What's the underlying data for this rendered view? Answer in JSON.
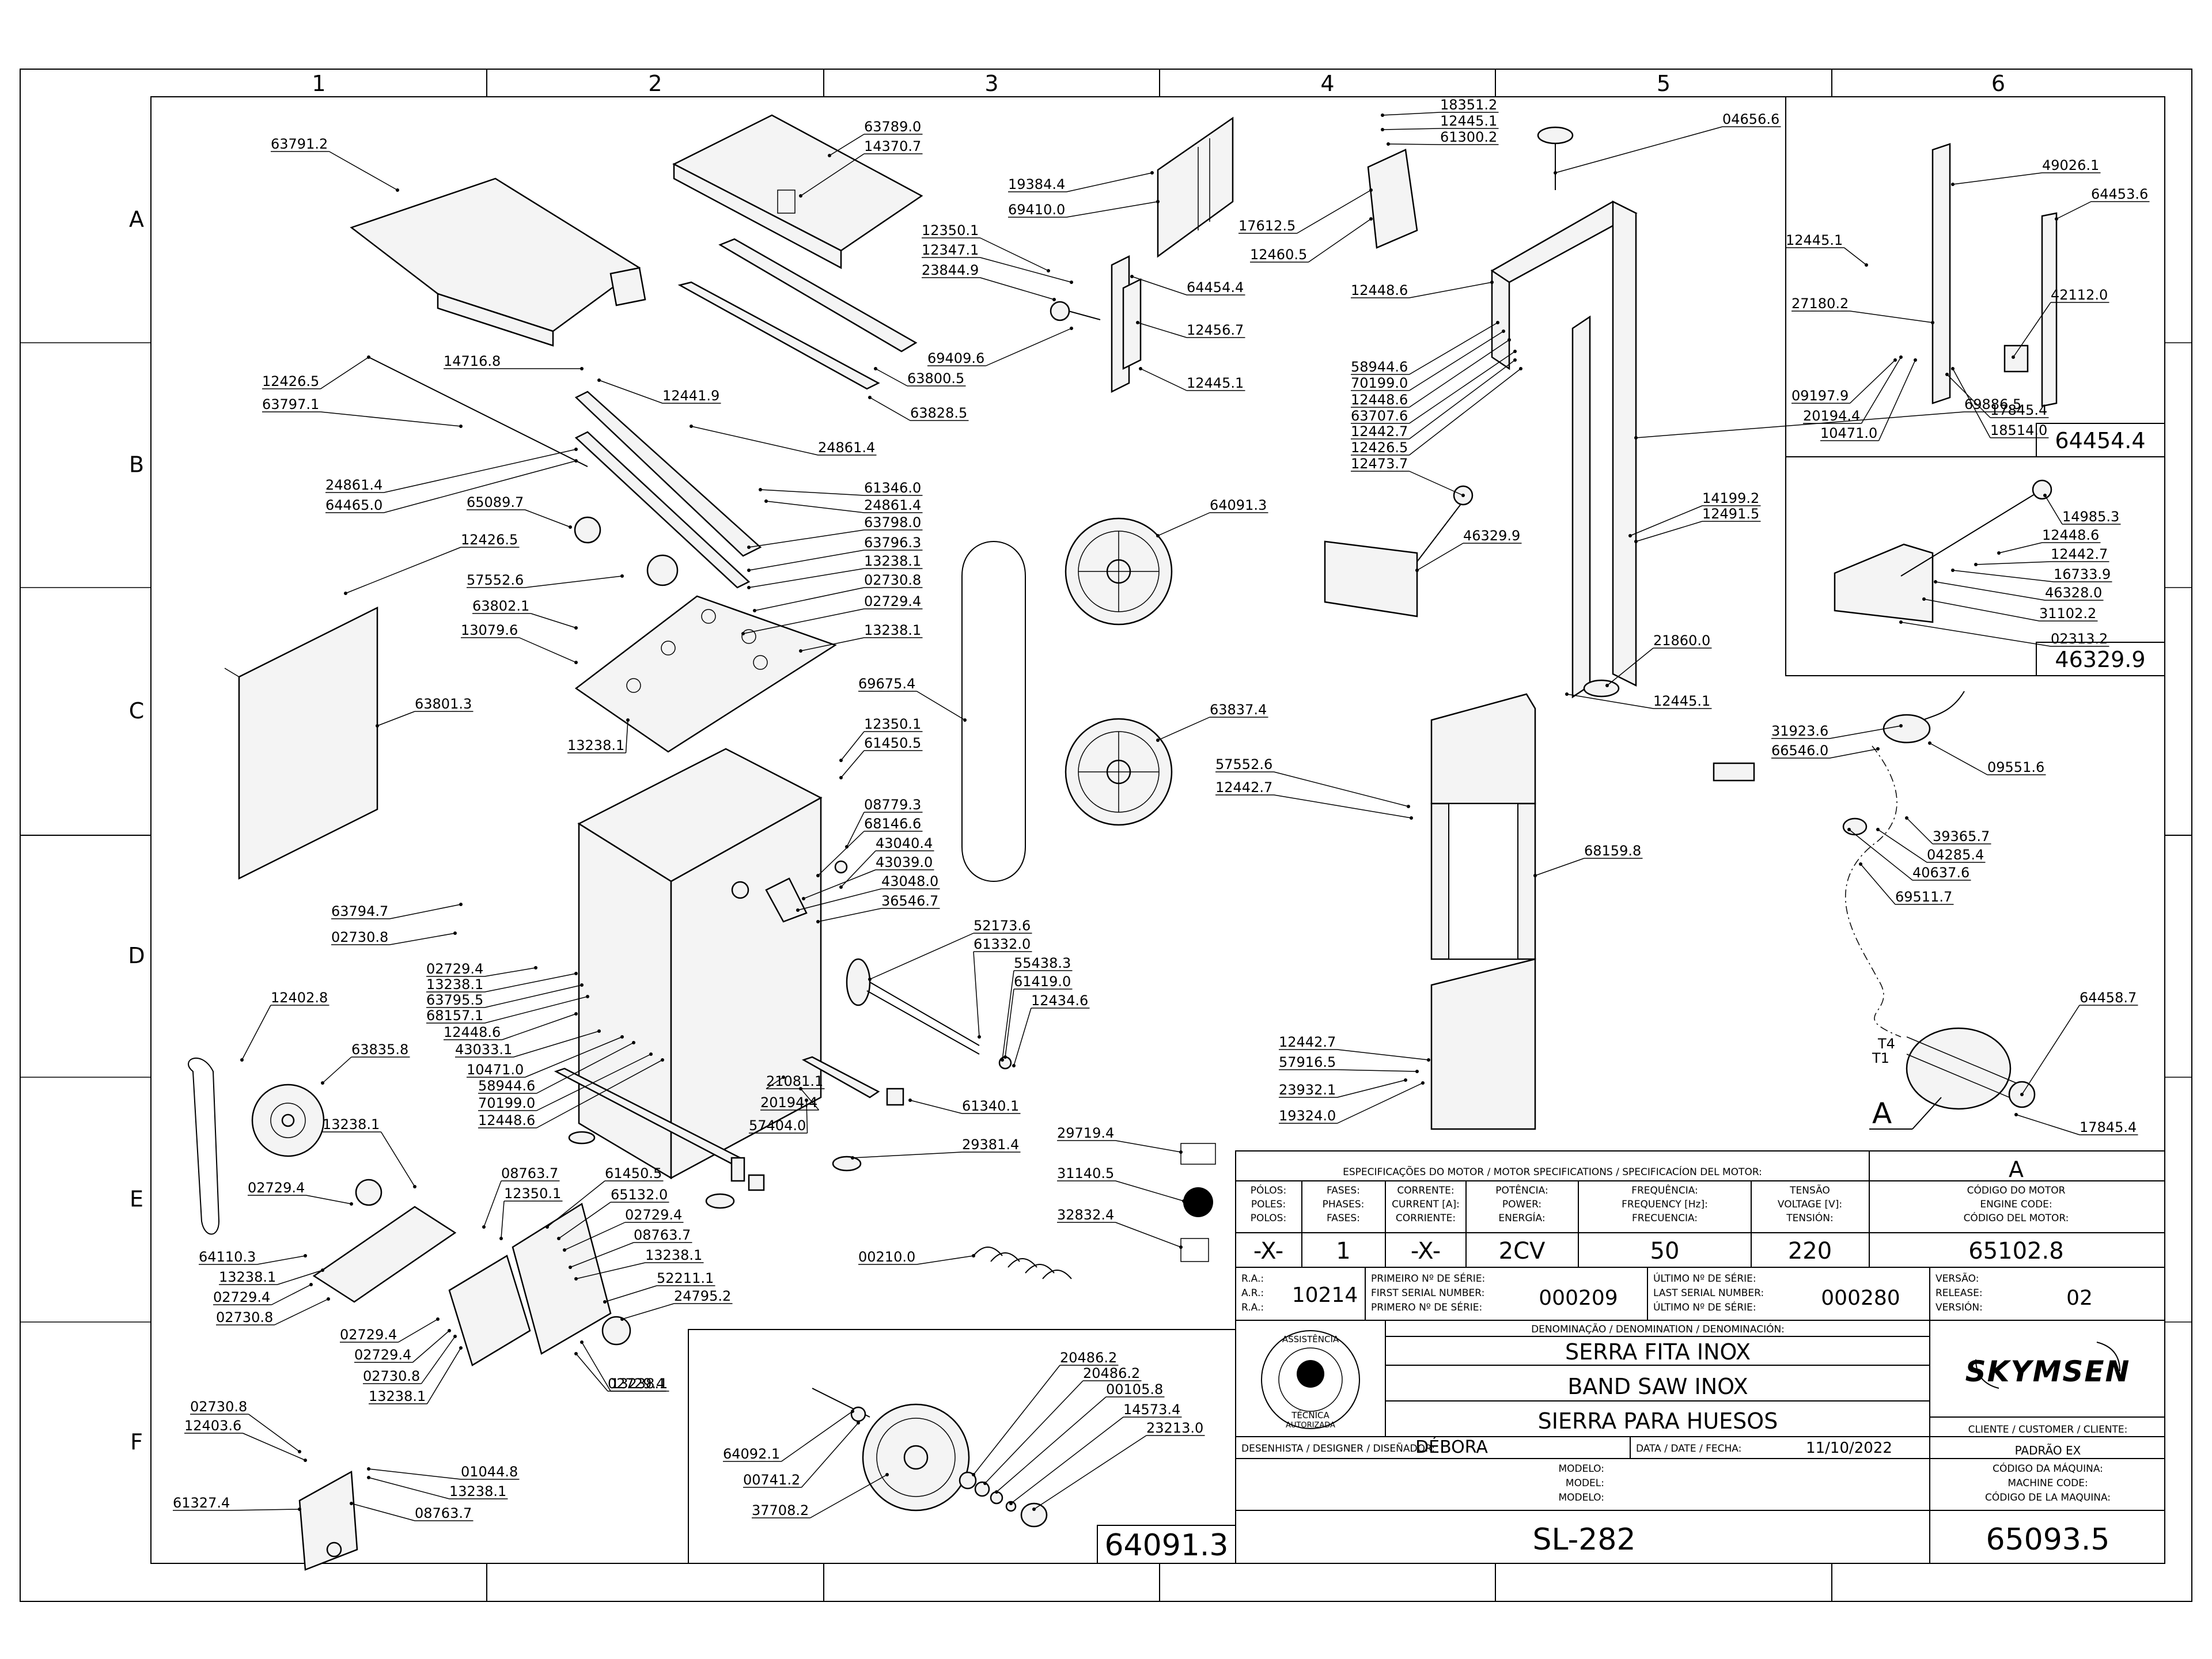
{
  "grid": {
    "columns": [
      "1",
      "2",
      "3",
      "4",
      "5",
      "6"
    ],
    "rows": [
      "A",
      "B",
      "C",
      "D",
      "E",
      "F"
    ]
  },
  "callouts": {
    "top_left": [
      "63791.2",
      "63789.0",
      "14370.7",
      "19384.4",
      "69410.0",
      "12350.1",
      "12347.1",
      "23844.9",
      "64454.4",
      "12456.7",
      "69409.6",
      "63800.5",
      "63828.5",
      "12445.1",
      "14716.8",
      "12441.9",
      "12426.5",
      "63797.1",
      "24861.4",
      "24861.4",
      "64465.0",
      "61346.0",
      "24861.4",
      "65089.7",
      "63798.0",
      "63796.3",
      "12426.5",
      "13238.1",
      "57552.6",
      "02730.8",
      "63802.1",
      "02729.4",
      "13079.6",
      "13238.1",
      "63801.3",
      "13238.1"
    ],
    "middle": [
      "69675.4",
      "64091.3",
      "63837.4",
      "12350.1",
      "61450.5",
      "08779.3",
      "68146.6",
      "43040.4",
      "43039.0",
      "43048.0",
      "36546.7",
      "52173.6",
      "61332.0",
      "55438.3",
      "61419.0",
      "12434.6",
      "63794.7",
      "02730.8",
      "02729.4",
      "13238.1",
      "63795.5",
      "68157.1",
      "12448.6",
      "43033.1",
      "10471.0",
      "58944.6",
      "70199.0",
      "12448.6",
      "21081.1",
      "20194.4",
      "57404.0",
      "61340.1",
      "29381.4"
    ],
    "bottom_left": [
      "12402.8",
      "63835.8",
      "13238.1",
      "02729.4",
      "08763.7",
      "12350.1",
      "61450.5",
      "65132.0",
      "02729.4",
      "08763.7",
      "13238.1",
      "52211.1",
      "24795.2",
      "13238.1",
      "64110.3",
      "13238.1",
      "02729.4",
      "02730.8",
      "02729.4",
      "02729.4",
      "02730.8",
      "13238.1",
      "02729.4",
      "02730.8",
      "12403.6",
      "01044.8",
      "13238.1",
      "61327.4",
      "08763.7"
    ],
    "symbols": [
      "29719.4",
      "31140.5",
      "32832.4",
      "00210.0"
    ],
    "frame": [
      "18351.2",
      "12445.1",
      "61300.2",
      "04656.6",
      "17612.5",
      "12460.5",
      "12448.6",
      "58944.6",
      "70199.0",
      "12448.6",
      "63707.6",
      "12442.7",
      "12426.5",
      "12473.7",
      "69886.5",
      "14199.2",
      "12491.5",
      "46329.9",
      "21860.0",
      "12445.1",
      "57552.6",
      "12442.7",
      "68159.8",
      "12442.7",
      "57916.5",
      "23932.1",
      "19324.0"
    ],
    "inset_a": [
      "49026.1",
      "64453.6",
      "12445.1",
      "27180.2",
      "42112.0",
      "09197.9",
      "20194.4",
      "10471.0",
      "17845.4",
      "18514.0"
    ],
    "inset_b": [
      "14985.3",
      "12448.6",
      "12442.7",
      "16733.9",
      "46328.0",
      "31102.2",
      "02313.2"
    ],
    "motor": [
      "31923.6",
      "66546.0",
      "09551.6",
      "39365.7",
      "04285.4",
      "40637.6",
      "69511.7",
      "64458.7",
      "17845.4"
    ],
    "wheel_inset": [
      "20486.2",
      "20486.2",
      "00105.8",
      "14573.4",
      "23213.0",
      "64092.1",
      "00741.2",
      "37708.2"
    ]
  },
  "inset_titles": {
    "inset_a": "64454.4",
    "inset_b": "46329.9",
    "wheel": "64091.3"
  },
  "motor_labels": {
    "t4": "T4",
    "t1": "T1",
    "detail": "A"
  },
  "title_block": {
    "motor_spec_title": "ESPECIFICAÇÕES DO MOTOR / MOTOR SPECIFICATIONS / SPECIFICACÍON DEL MOTOR:",
    "motor_code_ref": "A",
    "headers": [
      [
        "PÓLOS:",
        "POLES:",
        "POLOS:"
      ],
      [
        "FASES:",
        "PHASES:",
        "FASES:"
      ],
      [
        "CORRENTE:",
        "CURRENT [A]:",
        "CORRIENTE:"
      ],
      [
        "POTÊNCIA:",
        "POWER:",
        "ENERGÍA:"
      ],
      [
        "FREQUÊNCIA:",
        "FREQUENCY [Hz]:",
        "FRECUENCIA:"
      ],
      [
        "TENSÃO",
        "VOLTAGE [V]:",
        "TENSIÓN:"
      ],
      [
        "CÓDIGO DO MOTOR",
        "ENGINE CODE:",
        "CÓDIGO DEL MOTOR:"
      ]
    ],
    "values": [
      "-X-",
      "1",
      "-X-",
      "2CV",
      "50",
      "220",
      "65102.8"
    ],
    "ra_labels": [
      "R.A.:",
      "A.R.:",
      "R.A.:"
    ],
    "ra_value": "10214",
    "first_serial_labels": [
      "PRIMEIRO Nº DE SÉRIE:",
      "FIRST SERIAL NUMBER:",
      "PRIMERO Nº DE SÉRIE:"
    ],
    "first_serial": "000209",
    "last_serial_labels": [
      "ÚLTIMO Nº DE SÉRIE:",
      "LAST SERIAL NUMBER:",
      "ÚLTIMO Nº DE SÉRIE:"
    ],
    "last_serial": "000280",
    "version_labels": [
      "VERSÃO:",
      "RELEASE:",
      "VERSIÓN:"
    ],
    "version": "02",
    "denomination_label": "DENOMINAÇÃO / DENOMINATION / DENOMINACIÓN:",
    "names": [
      "SERRA FITA INOX",
      "BAND SAW INOX",
      "SIERRA PARA HUESOS"
    ],
    "brand": "SKYMSEN",
    "client_label": "CLIENTE / CUSTOMER / CLIENTE:",
    "client": "PADRÃO EX",
    "designer_label": "DESENHISTA / DESIGNER / DISEÑADOR:",
    "designer": "DÉBORA",
    "date_label": "DATA / DATE / FECHA:",
    "date": "11/10/2022",
    "model_labels": [
      "MODELO:",
      "MODEL:",
      "MODELO:"
    ],
    "model": "SL-282",
    "machine_code_labels": [
      "CÓDIGO DA MÁQUINA:",
      "MACHINE CODE:",
      "CÓDIGO DE LA MAQUINA:"
    ],
    "machine_code": "65093.5",
    "stamp_text": [
      "ASSISTÊNCIA",
      "TÉCNICA",
      "AUTORIZADA"
    ]
  }
}
